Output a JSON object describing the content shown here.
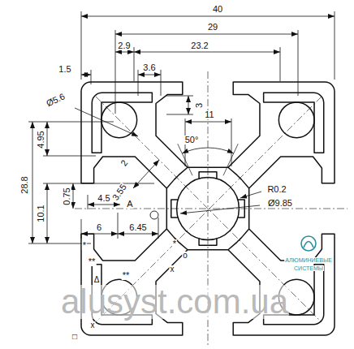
{
  "diagram": {
    "labels": [
      "40",
      "29",
      "2.9",
      "23.2",
      "1.5",
      "3.6",
      "3",
      "Ø5.6",
      "50°",
      "11",
      "2",
      "3.55",
      "R0.2",
      "Ø9.85",
      "4.95",
      "28.8",
      "0.75",
      "10.1",
      "4.5",
      "A",
      "6",
      "6.45",
      "*",
      "**",
      "*",
      "**",
      "Δ",
      "x",
      "o",
      "x",
      "□",
      "alusyst.com.ua",
      "АЛЮМИНИЕВЫЕ",
      "СИСТЕМЫ"
    ]
  }
}
